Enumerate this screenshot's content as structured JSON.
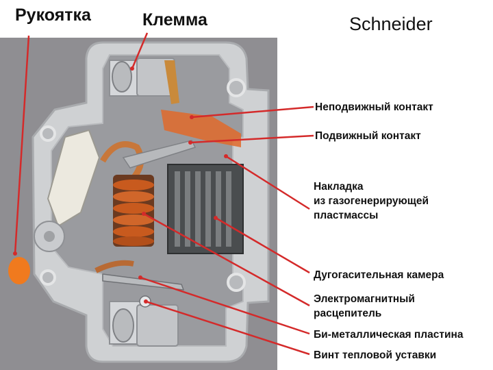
{
  "brand": "Schneider",
  "top_labels": {
    "handle": "Рукоятка",
    "terminal": "Клемма"
  },
  "callouts": {
    "fixed_contact": "Неподвижный контакт",
    "moving_contact": "Подвижный контакт",
    "gas_plate_line1": "Накладка",
    "gas_plate_line2": "из газогенерирующей",
    "gas_plate_line3": "пластмассы",
    "arc_chamber": "Дугогасительная камера",
    "em_release_line1": "Электромагнитный",
    "em_release_line2": "расцепитель",
    "bimetal": "Би-металлическая пластина",
    "thermal_screw": "Винт тепловой уставки"
  },
  "colors": {
    "pointer": "#d42a2a",
    "handle_orange": "#f07a1e",
    "coil_copper": "#c85a1e",
    "background_panel": "#8f8e92",
    "housing_grey": "#cfd1d3"
  }
}
